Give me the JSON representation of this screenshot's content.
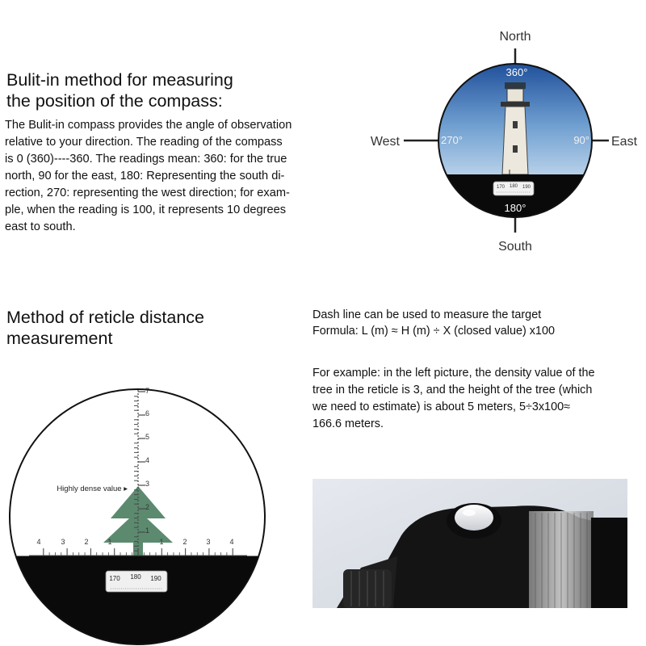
{
  "section1": {
    "title_line1": "Bulit-in method for measuring",
    "title_line2": "the position of the compass:",
    "body_lines": [
      "The Bulit-in compass provides the angle of observation",
      "relative to your direction. The reading of the compass",
      "is 0 (360)----360. The readings mean: 360: for the true",
      "north, 90 for the east, 180: Representing the south di-",
      "rection, 270: representing the west direction; for exam-",
      "ple, when the reading is 100, it represents 10 degrees",
      "east to south."
    ]
  },
  "compass": {
    "north_label": "North",
    "south_label": "South",
    "east_label": "East",
    "west_label": "West",
    "deg_top": "360°",
    "deg_bottom": "180°",
    "deg_left": "270°",
    "deg_right": "90°",
    "scale_labels": [
      "170",
      "180",
      "190"
    ]
  },
  "section2": {
    "title_line1": "Method of reticle distance",
    "title_line2": "measurement",
    "formula_line1": "Dash line can be used to measure the target",
    "formula_line2": "Formula: L (m) ≈ H (m) ÷ X (closed value) x100",
    "example_lines": [
      "For example: in the left picture, the density value of the",
      "tree in the reticle is 3, and the height of the tree (which",
      "we need to estimate) is about 5 meters, 5÷3x100≈",
      "166.6 meters."
    ]
  },
  "reticle": {
    "highly_dense_label": "Highly dense value ▸",
    "vertical_ticks": [
      "1",
      "2",
      "3",
      "4",
      "5",
      "6",
      "7"
    ],
    "left_ticks": [
      "4",
      "3",
      "2",
      "1"
    ],
    "right_ticks": [
      "1",
      "2",
      "3",
      "4"
    ],
    "scale_labels": [
      "170",
      "180",
      "190"
    ]
  },
  "colors": {
    "tree": "#5b8a6f",
    "reticle_line": "#4a4a4a",
    "sky_top": "#1f4f9a",
    "sky_bottom": "#a8c8e8",
    "ground": "#0a0a0a"
  }
}
